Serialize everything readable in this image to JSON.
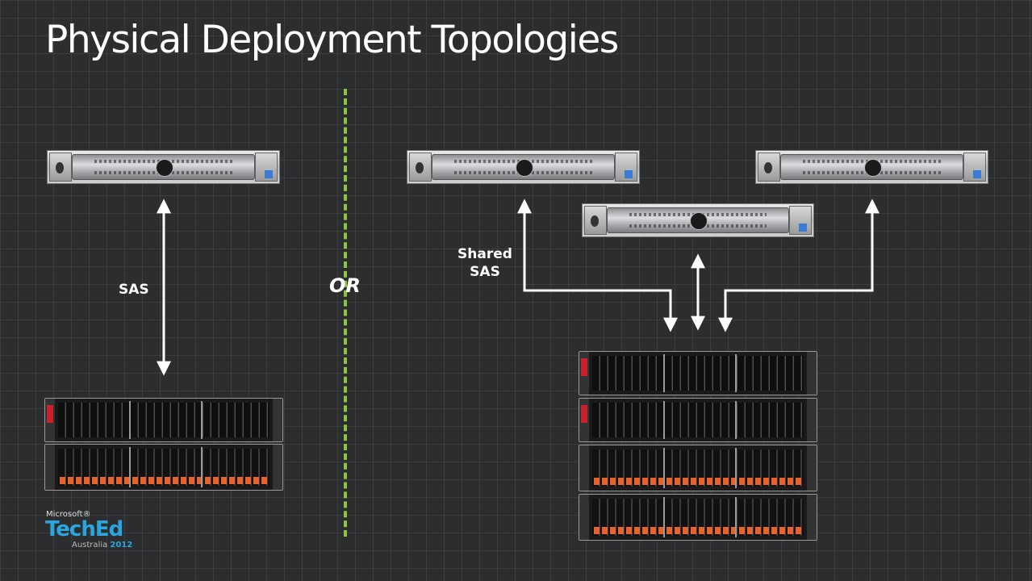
{
  "slide": {
    "title": "Physical Deployment Topologies",
    "divider_text": "OR",
    "left_connection_label": "SAS",
    "right_connection_label_line1": "Shared",
    "right_connection_label_line2": "SAS"
  },
  "branding": {
    "microsoft": "Microsoft®",
    "teched": "TechEd",
    "region": "Australia",
    "year": "2012"
  },
  "colors": {
    "background": "#2b2d2e",
    "divider": "#8cc63f",
    "text": "#ffffff",
    "brand": "#2aa6df"
  },
  "icons": [
    "rack-server-icon",
    "storage-enclosure-icon",
    "bidirectional-arrow-icon"
  ]
}
